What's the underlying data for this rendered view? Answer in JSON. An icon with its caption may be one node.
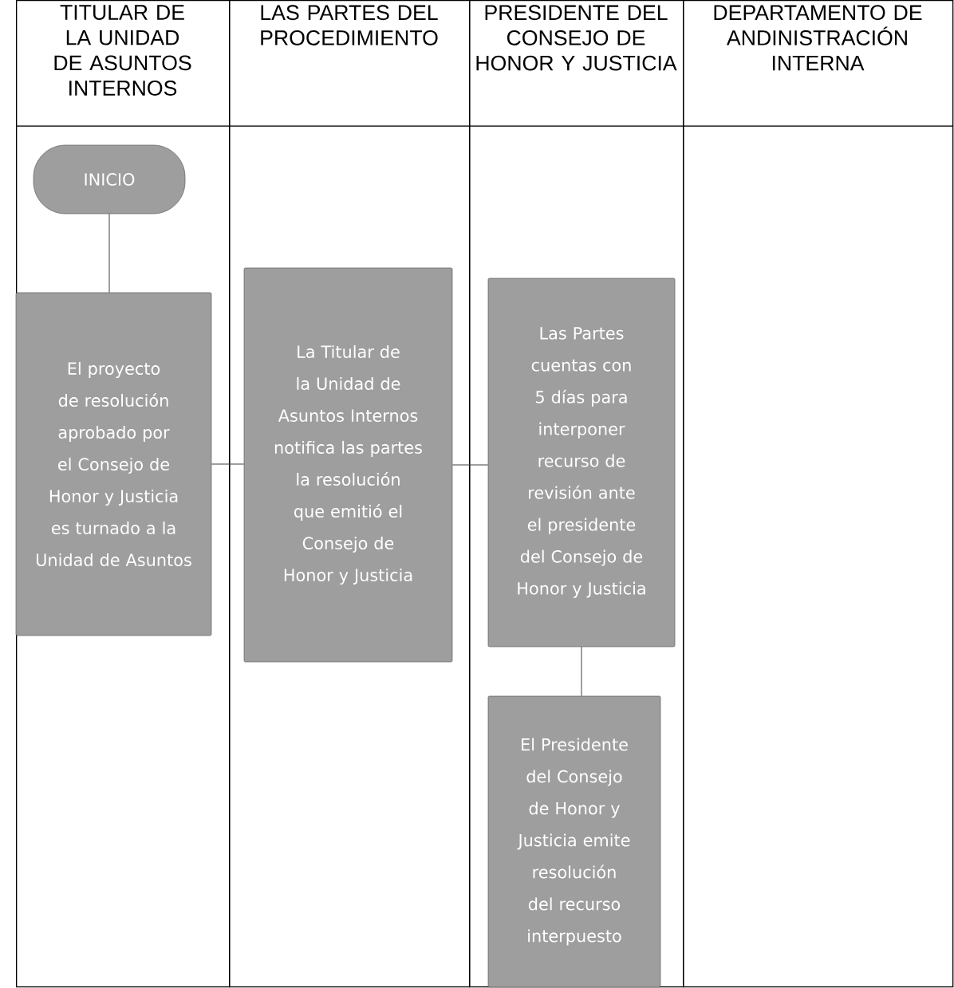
{
  "diagram": {
    "nodes": [
      {
        "text": [
          "TITULAR DE LA UNIDAD DE ASUNTOS INTERNOS"
        ]
      },
      {
        "text": [
          "LAS PARTES DEL PROCEDIMIENTO"
        ]
      },
      {
        "text": [
          "PRESIDENTE DEL CONSEJO DE HONOR Y JUSTICIA"
        ]
      },
      {
        "text": [
          "DEPARTAMENTO DE ANDINISTRACIÓN INTERNA"
        ]
      },
      {
        "text": [
          "INICIO"
        ],
        "in": 0
      },
      {
        "text": [
          "El proyecto de resolución aprobado por el Consejo de Honor y Justicia es turnado a la Unidad de Asuntos"
        ],
        "in": 0
      },
      {
        "text": [
          "La Titular de la Unidad de Asuntos Internos notifica las partes la resolución que emitió el Consejo de Honor y Justicia"
        ],
        "in": 1
      },
      {
        "text": [
          "Las Partes cuentas con 5 días para interponer recurso de revisión ante el presidente del Consejo de Honor y Justicia"
        ],
        "in": 2
      },
      {
        "text": [
          "El Presidente del Consejo de Honor y Justicia emite resolución del recurso interpuesto"
        ],
        "in": 2
      }
    ],
    "edges": [
      {
        "from": 4,
        "to": 5,
        "arrow": "none"
      },
      {
        "from": 5,
        "to": 6,
        "arrow": "none"
      },
      {
        "from": 6,
        "to": 7,
        "arrow": "none"
      },
      {
        "from": 7,
        "to": 8,
        "arrow": "none"
      }
    ]
  }
}
